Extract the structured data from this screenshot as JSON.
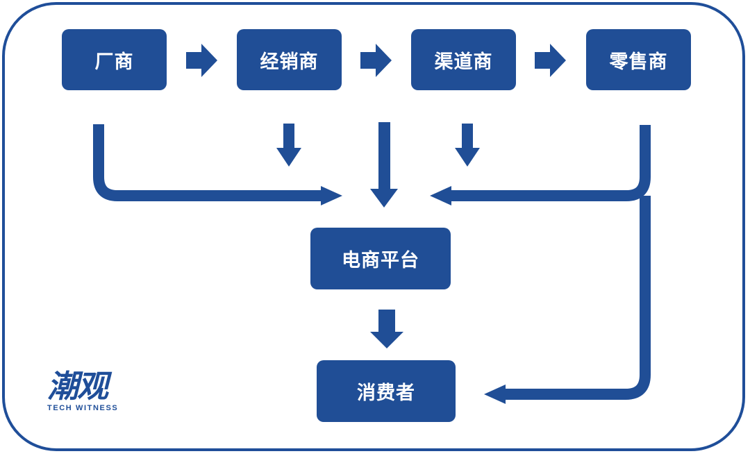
{
  "nodes": {
    "manufacturer": "厂商",
    "distributor": "经销商",
    "channel": "渠道商",
    "retailer": "零售商",
    "ecommerce": "电商平台",
    "consumer": "消费者"
  },
  "logo": {
    "title": "潮观",
    "subtitle": "TECH WITNESS"
  },
  "colors": {
    "primary": "#204e96",
    "border": "#1f4e99",
    "background": "#ffffff"
  }
}
